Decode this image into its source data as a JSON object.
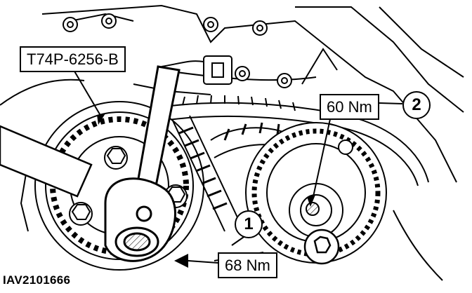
{
  "figure": {
    "id": "IAV2101666"
  },
  "labels": {
    "tool": "T74P-6256-B",
    "torque_2": "60 Nm",
    "torque_1": "68 Nm",
    "callout_2": "2",
    "callout_1": "1"
  },
  "icons": {
    "wrench": "wrench-icon",
    "left_cam_sprocket": "sprocket-icon",
    "right_cam_sprocket": "sprocket-icon",
    "bolt": "bolt-icon"
  }
}
